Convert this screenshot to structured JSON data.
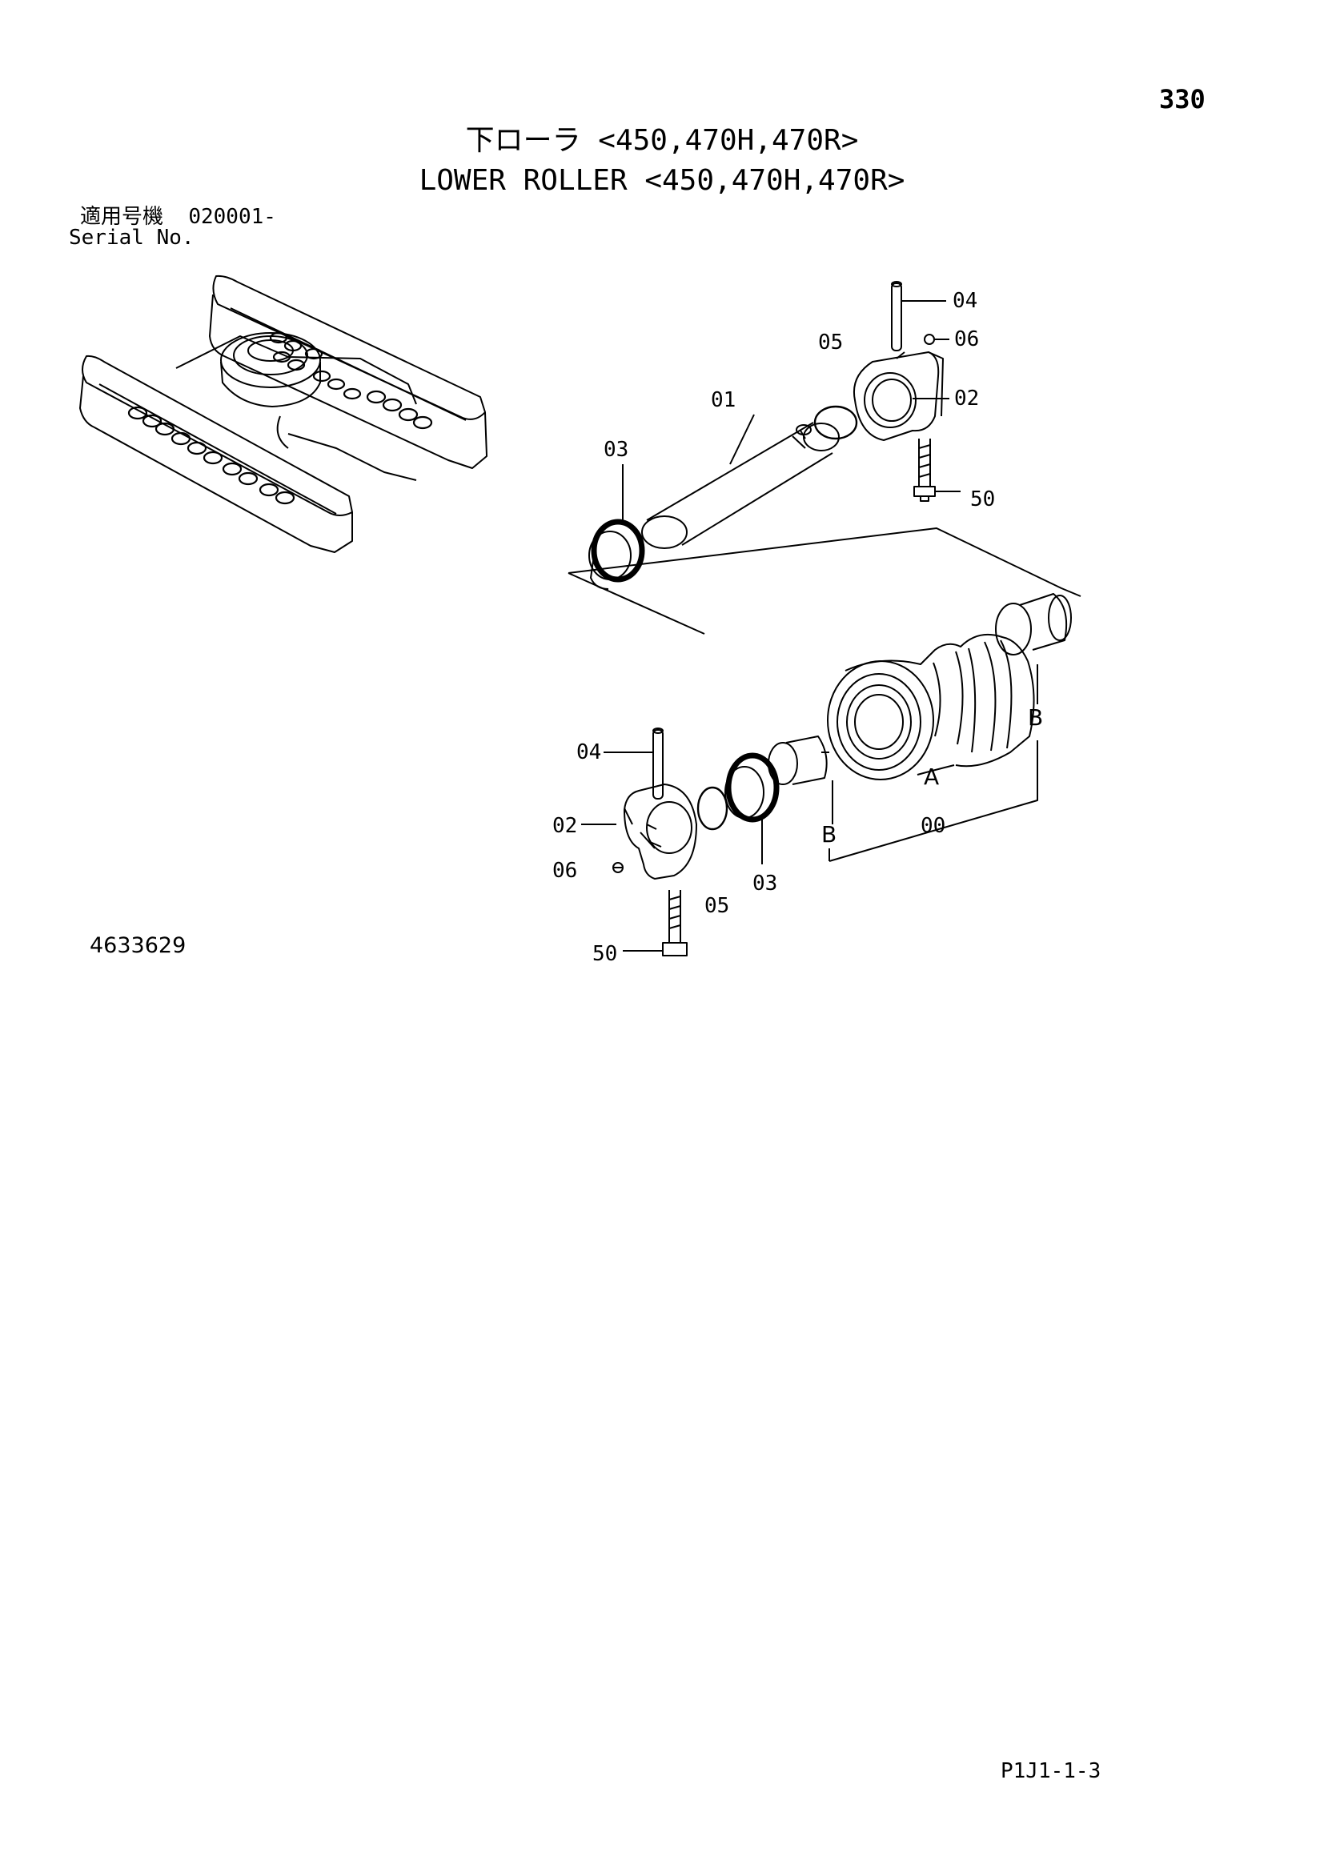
{
  "page_number": "330",
  "title_jp": "下ローラ <450,470H,470R>",
  "title_en": "LOWER ROLLER <450,470H,470R>",
  "serial": {
    "label_jp": "適用号機",
    "value": "020001-",
    "label_en": "Serial No."
  },
  "drawing_number": "4633629",
  "sheet_code": "P1J1-1-3",
  "callouts": {
    "upper_pin": "04",
    "upper_plug": "06",
    "upper_oring": "05",
    "upper_collar": "02",
    "shaft": "01",
    "upper_seal": "03",
    "upper_bolt": "50",
    "lower_pin": "04",
    "lower_collar": "02",
    "lower_plug": "06",
    "lower_seal": "03",
    "lower_oring": "05",
    "lower_bolt": "50",
    "assembly": "00",
    "roller_A": "A",
    "bushing_B_right": "B",
    "bushing_B_left": "B"
  },
  "colors": {
    "ink": "#000000",
    "paper": "#ffffff"
  }
}
